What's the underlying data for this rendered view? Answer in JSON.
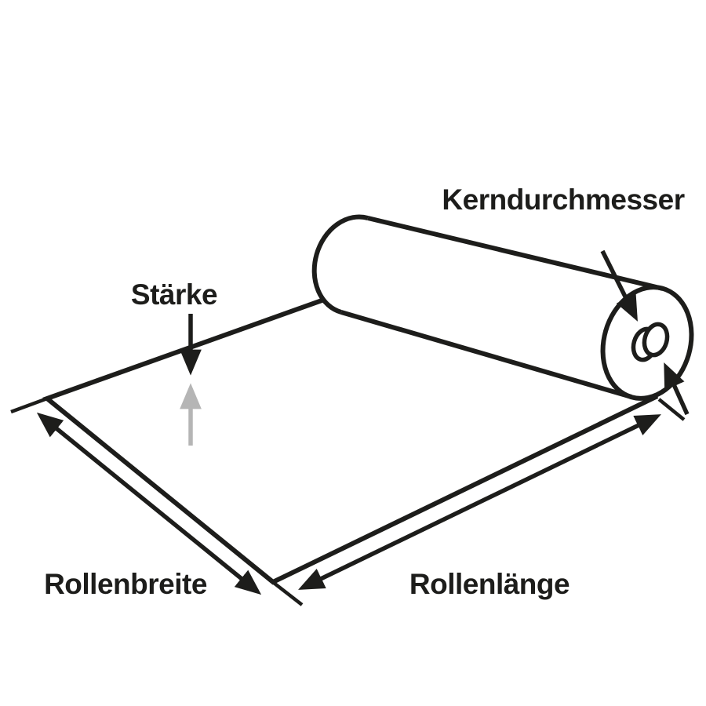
{
  "diagram": {
    "labels": {
      "kerndurchmesser": "Kerndurchmesser",
      "staerke": "Stärke",
      "rollenbreite": "Rollenbreite",
      "rollenlaenge": "Rollenlänge"
    },
    "colors": {
      "line": "#1d1d1b",
      "gray_arrow": "#b5b5b5",
      "background": "#ffffff"
    }
  }
}
